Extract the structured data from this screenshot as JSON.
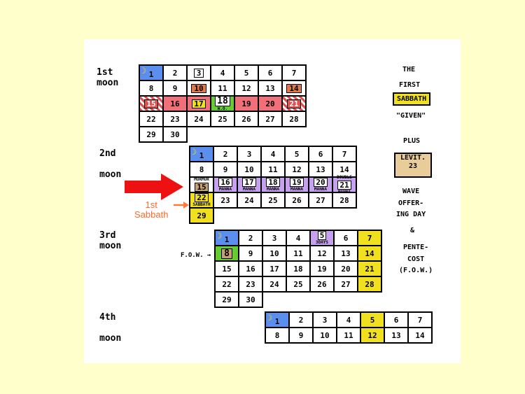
{
  "moons": [
    {
      "label": "1st moon",
      "label_lines": [
        "1st",
        "moon"
      ]
    },
    {
      "label": "2nd moon",
      "label_lines": [
        "2nd",
        "moon"
      ]
    },
    {
      "label": "3rd moon",
      "label_lines": [
        "3rd",
        "moon"
      ]
    },
    {
      "label": "4th moon",
      "label_lines": [
        "4th",
        "moon"
      ]
    }
  ],
  "moon1": {
    "rows": [
      [
        "1",
        "2",
        "3",
        "4",
        "5",
        "6",
        "7"
      ],
      [
        "8",
        "9",
        "10",
        "11",
        "12",
        "13",
        "14"
      ],
      [
        "15",
        "16",
        "17",
        "18",
        "19",
        "20",
        "21"
      ],
      [
        "22",
        "23",
        "24",
        "25",
        "26",
        "27",
        "28"
      ],
      [
        "29",
        "30"
      ]
    ],
    "wo_label": "W.O."
  },
  "moon2": {
    "rows": [
      [
        "1",
        "2",
        "3",
        "4",
        "5",
        "6",
        "7"
      ],
      [
        "8",
        "9",
        "10",
        "11",
        "12",
        "13",
        "14"
      ],
      [
        "15",
        "16",
        "17",
        "18",
        "19",
        "20",
        "21"
      ],
      [
        "22",
        "23",
        "24",
        "25",
        "26",
        "27",
        "28"
      ],
      [
        "29"
      ]
    ],
    "murmur_label": "MURMUR",
    "manna_label": "MANNA",
    "double_label": "DOUBLE",
    "sabbath_label": "SABBATH"
  },
  "moon3": {
    "rows": [
      [
        "1",
        "2",
        "3",
        "4",
        "5",
        "6",
        "7"
      ],
      [
        "8",
        "9",
        "10",
        "11",
        "12",
        "13",
        "14"
      ],
      [
        "15",
        "16",
        "17",
        "18",
        "19",
        "20",
        "21"
      ],
      [
        "22",
        "23",
        "24",
        "25",
        "26",
        "27",
        "28"
      ],
      [
        "29",
        "30"
      ]
    ],
    "three_days_label": "3DAYS",
    "fow_label": "F.O.W."
  },
  "moon4": {
    "rows": [
      [
        "1",
        "2",
        "3",
        "4",
        "5",
        "6",
        "7"
      ],
      [
        "8",
        "9",
        "10",
        "11",
        "12",
        "13",
        "14"
      ]
    ]
  },
  "annotation": {
    "first_sabbath": [
      "1st",
      "Sabbath"
    ]
  },
  "sidebar": {
    "line1": "THE",
    "line2": "FIRST",
    "sabbath": "SABBATH",
    "given": "\"GIVEN\"",
    "plus": "PLUS",
    "levit_line1": "LEVIT.",
    "levit_line2": "23",
    "wave_lines": [
      "WAVE",
      "OFFER-",
      "ING DAY"
    ],
    "amp": "&",
    "pente_lines": [
      "PENTE-",
      "COST",
      "(F.O.W.)"
    ]
  },
  "colors": {
    "background": "#ffffcc",
    "moon_blue": "#5a8ff0",
    "red": "#f0707a",
    "yellow": "#f0e020",
    "purple": "#c8a0f0",
    "green": "#66cc33",
    "arrow_red": "#ee1111",
    "arrow_orange": "#ff7a3a"
  }
}
